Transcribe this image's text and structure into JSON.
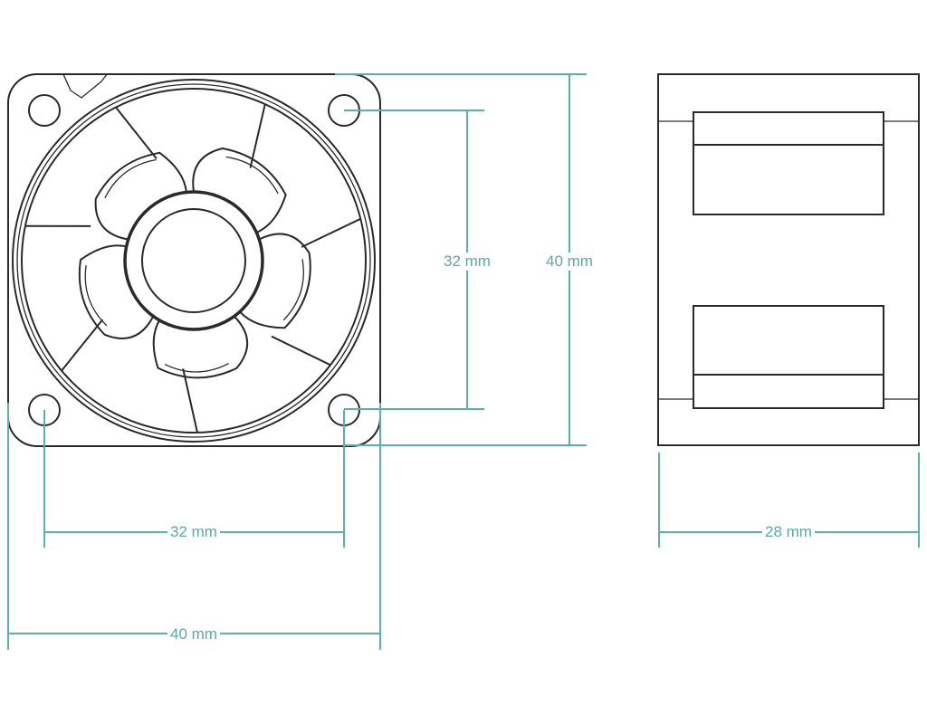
{
  "title": "40mm fan dimension drawing",
  "dimensions": {
    "front_hole_spacing_vertical": "32 mm",
    "front_height": "40 mm",
    "front_hole_spacing_horizontal": "32 mm",
    "front_width": "40 mm",
    "side_depth": "28 mm"
  },
  "colors": {
    "dimension": "#5bb0ae",
    "outline": "#2a2a2a"
  }
}
